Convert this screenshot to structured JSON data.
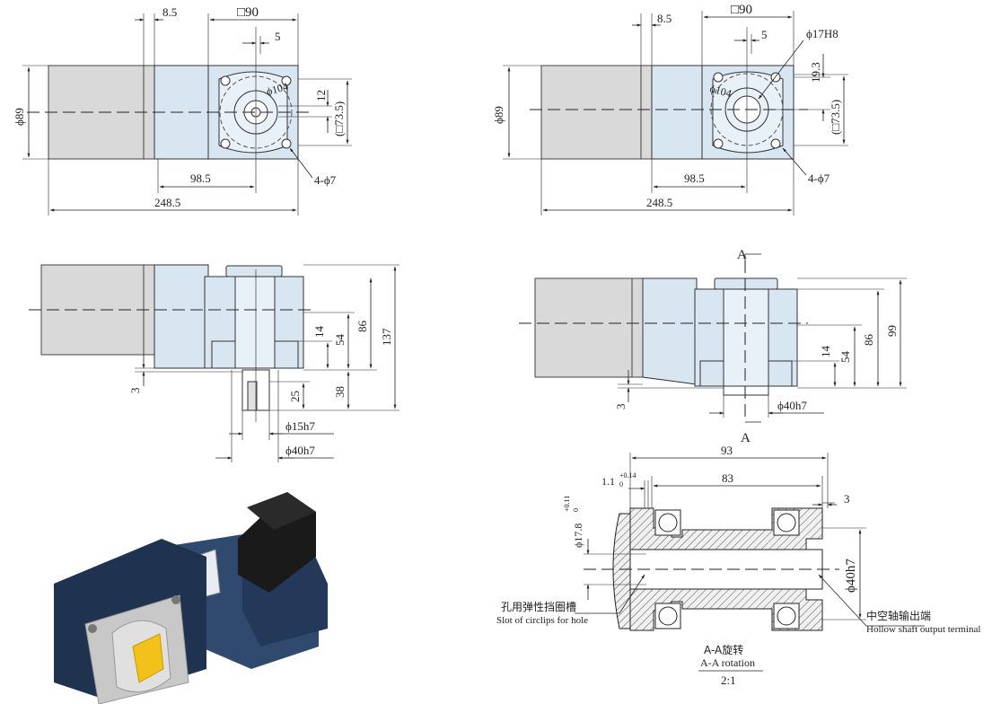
{
  "top_left_view": {
    "dim_8_5": "8.5",
    "dim_square_90": "□90",
    "dim_5": "5",
    "dim_phi_104": "ϕ104",
    "dim_12": "12",
    "dim_square_73_5": "(□73.5)",
    "dim_phi_89": "ϕ89",
    "dim_98_5": "98.5",
    "dim_4_phi_7": "4-ϕ7",
    "dim_248_5": "248.5"
  },
  "top_right_view": {
    "dim_8_5": "8.5",
    "dim_square_90": "□90",
    "dim_5": "5",
    "dim_phi_17h8": "ϕ17H8",
    "dim_19_3": "19.3",
    "dim_phi_104": "ϕ104",
    "dim_square_73_5": "(□73.5)",
    "dim_phi_89": "ϕ89",
    "dim_98_5": "98.5",
    "dim_4_phi_7": "4-ϕ7",
    "dim_248_5": "248.5"
  },
  "mid_left_view": {
    "dim_14": "14",
    "dim_54": "54",
    "dim_86": "86",
    "dim_137": "137",
    "dim_3": "3",
    "dim_25": "25",
    "dim_38": "38",
    "dim_phi_15h7": "ϕ15h7",
    "dim_phi_40h7": "ϕ40h7"
  },
  "mid_right_view": {
    "section_mark_top": "A",
    "section_mark_bottom": "A",
    "dim_14": "14",
    "dim_54": "54",
    "dim_86": "86",
    "dim_99": "99",
    "dim_3": "3",
    "dim_phi_40h7": "ϕ40h7"
  },
  "section_view": {
    "dim_93": "93",
    "dim_83": "83",
    "dim_1_1": "1.1",
    "tol_1_1_upper": "+0.14",
    "tol_1_1_lower": "0",
    "dim_17_8": "ϕ17.8",
    "tol_17_8_upper": "+0.11",
    "tol_17_8_lower": "0",
    "dim_3": "3",
    "dim_phi_40h7": "ϕ40h7",
    "label_circlip_cn": "孔用弹性挡圈槽",
    "label_circlip_en": "Slot of circlips for hole",
    "label_output_cn": "中空轴输出端",
    "label_output_en": "Hollow shaft output terminal",
    "caption_cn": "A-A旋转",
    "caption_en": "A-A rotation",
    "scale": "2:1"
  },
  "photo": {
    "name": "geared-motor-photo",
    "colors": {
      "body": "#2f4a6e",
      "body_dark": "#1f3350",
      "shaft": "#f2c21a",
      "box": "#1a1a1a",
      "plate": "#c8c8c8"
    }
  },
  "colors": {
    "housing_fill": "#d8e6f2",
    "motor_fill": "#d9d9d9",
    "line": "#222222"
  }
}
